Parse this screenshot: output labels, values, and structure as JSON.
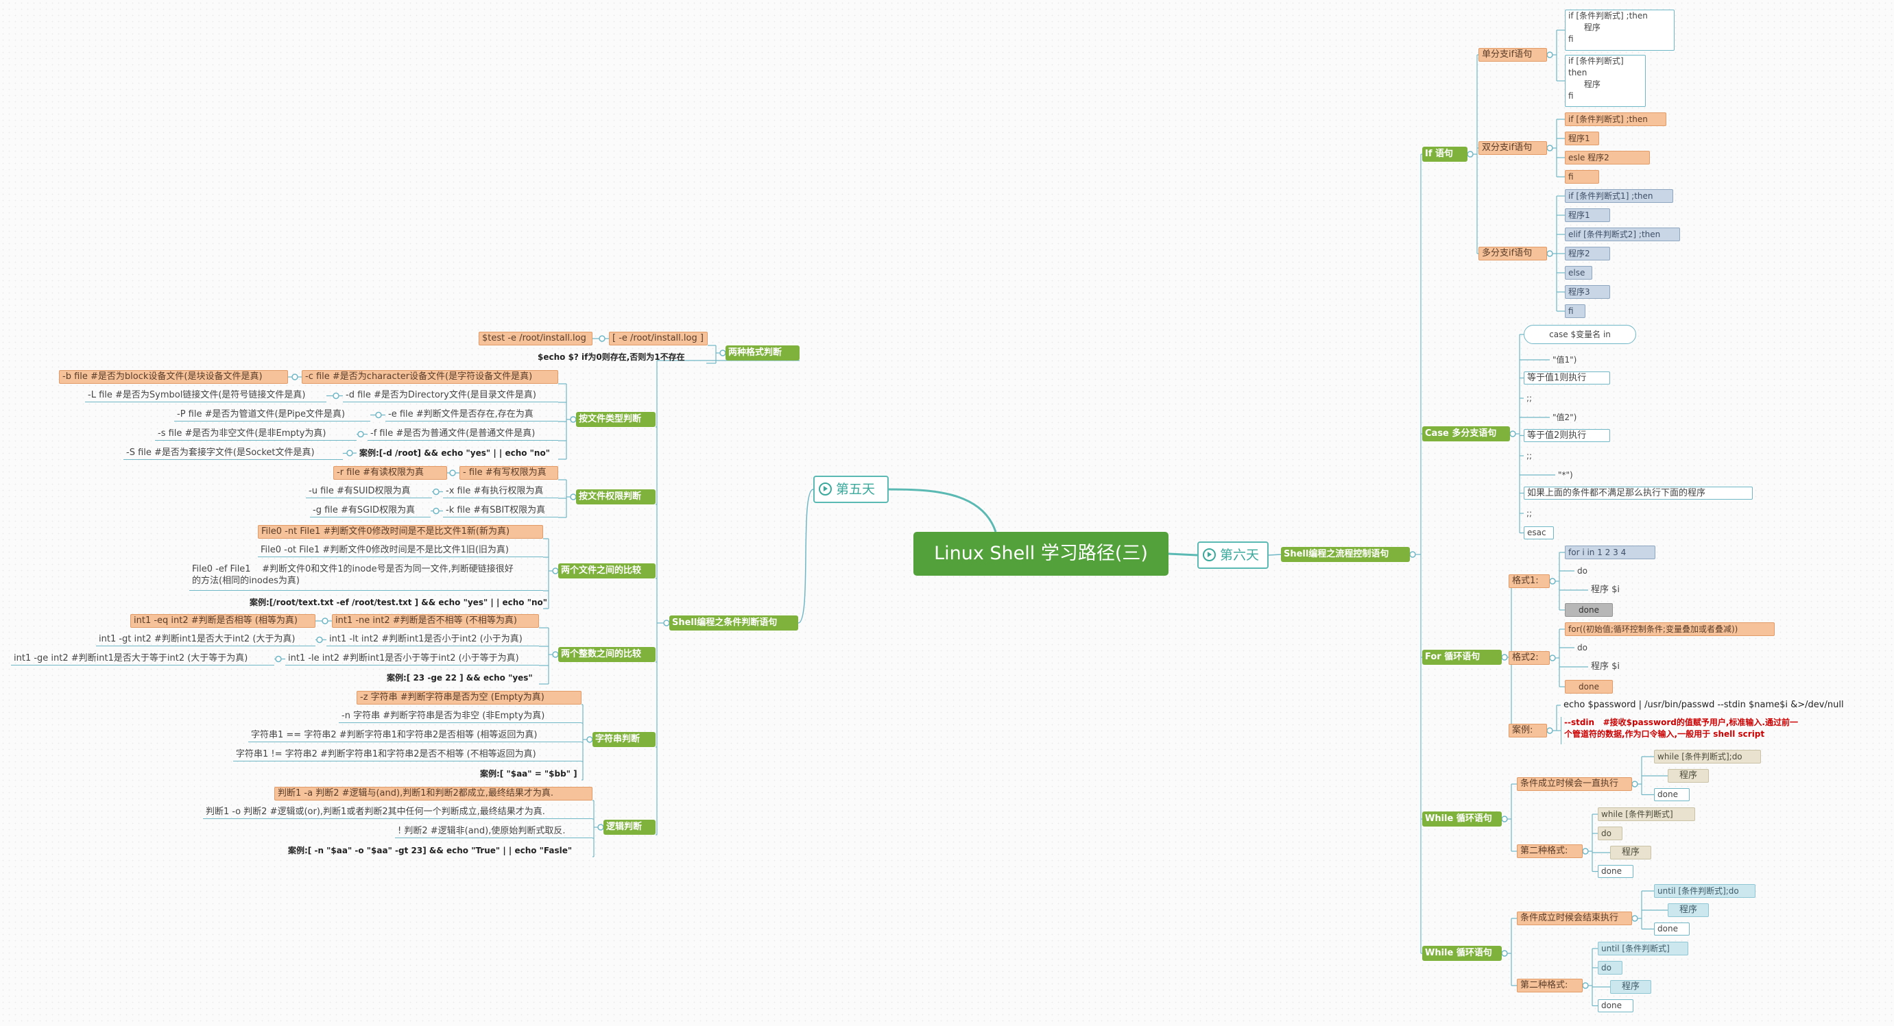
{
  "root": "Linux Shell 学习路径(三)",
  "day5": "第五天",
  "day6": "第六天",
  "left": {
    "main": "Shell编程之条件判断语句",
    "two_formats": {
      "label": "两种格式判断",
      "a1": "$test -e /root/install.log",
      "a2": "[ -e /root/install.log ]",
      "echo": "$echo $? if为0则存在,否则为1不存在"
    },
    "file_type": {
      "label": "按文件类型判断",
      "b": "-b file    #是否为block设备文件(是块设备文件是真)",
      "c": "-c file    #是否为character设备文件(是字符设备文件是真)",
      "L": "-L file    #是否为Symbol链接文件(是符号链接文件是真)",
      "d": "-d file    #是否为Directory文件(是目录文件是真)",
      "P": "-P file    #是否为管道文件(是Pipe文件是真)",
      "e": "-e file    #判断文件是否存在,存在为真",
      "s": "-s file    #是否为非空文件(是非Empty为真)",
      "f": "-f file    #是否为普通文件(是普通文件是真)",
      "S": "-S file    #是否为套接字文件(是Socket文件是真)",
      "case": "案例:[-d /root] && echo \"yes\" | | echo \"no\""
    },
    "file_perm": {
      "label": "按文件权限判断",
      "r": "-r file  #有读权限为真",
      "w": "- file  #有写权限为真",
      "u": "-u file  #有SUID权限为真",
      "x": "-x file  #有执行权限为真",
      "g": "-g file  #有SGID权限为真",
      "k": "-k file  #有SBIT权限为真"
    },
    "two_files": {
      "label": "两个文件之间的比较",
      "nt": "File0 -nt File1    #判断文件0修改时间是不是比文件1新(新为真)",
      "ot": "File0 -ot File1    #判断文件0修改时间是不是比文件1旧(旧为真)",
      "ef": "File0 -ef File1    #判断文件0和文件1的inode号是否为同一文件,判断硬链接很好\n的方法(相同的inodes为真)",
      "case": "案例:[/root/text.txt -ef /root/test.txt ] && echo \"yes\" | | echo \"no\""
    },
    "two_ints": {
      "label": "两个整数之间的比较",
      "eq": "int1 -eq int2  #判断是否相等 (相等为真)",
      "ne": "int1 -ne int2  #判断是否不相等 (不相等为真)",
      "gt": "int1 -gt int2  #判断int1是否大于int2 (大于为真)",
      "lt": "int1 -lt int2  #判断int1是否小于int2 (小于为真)",
      "ge": "int1 -ge int2  #判断int1是否大于等于int2 (大于等于为真)",
      "le": "int1 -le int2  #判断int1是否小于等于int2 (小于等于为真)",
      "case": "案例:[ 23 -ge 22 ] && echo \"yes\""
    },
    "strings": {
      "label": "字符串判断",
      "z": "-z  字符串   #判断字符串是否为空  (Empty为真)",
      "n": "-n   字符串   #判断字符串是否为非空  (非Empty为真)",
      "eq": "字符串1  ==   字符串2    #判断字符串1和字符串2是否相等  (相等返回为真)",
      "ne": "字符串1  !=   字符串2    #判断字符串1和字符串2是否不相等  (不相等返回为真)",
      "case": "案例:[ \"$aa\" = \"$bb\" ]"
    },
    "logic": {
      "label": "逻辑判断",
      "a": "判断1  -a  判断2    #逻辑与(and),判断1和判断2都成立,最终结果才为真.",
      "o": "判断1 -o  判断2    #逻辑或(or),判断1或者判断2其中任何一个判断成立,最终结果才为真.",
      "not": "! 判断2    #逻辑非(and),使原始判断式取反.",
      "case": "案例:[ -n \"$aa\" -o \"$aa\" -gt 23] && echo \"True\" | | echo \"Fasle\""
    }
  },
  "right": {
    "main": "Shell编程之流程控制语句",
    "if": {
      "label": "If 语句",
      "single": "单分支if语句",
      "s1": "if [条件判断式] ;then\n      程序\nfi",
      "s2": "if [条件判断式]\nthen\n      程序\nfi",
      "double": "双分支if语句",
      "d1": "if [条件判断式] ;then",
      "d2": "程序1",
      "d3": "esle       程序2",
      "d4": "fi",
      "multi": "多分支if语句",
      "m1": "if [条件判断式1] ;then",
      "m2": "程序1",
      "m3": "elif  [条件判断式2] ;then",
      "m4": "程序2",
      "m5": "else",
      "m6": "程序3",
      "m7": "fi"
    },
    "case": {
      "label": "Case 多分支语句",
      "c0": "case    $变量名  in",
      "c1": "\"值1\")",
      "c2": "等于值1则执行",
      "c3": ";;",
      "c4": "\"值2\")",
      "c5": "等于值2则执行",
      "c6": ";;",
      "c7": "\"*\")",
      "c8": "如果上面的条件都不满足那么执行下面的程序",
      "c9": ";;",
      "c10": "esac"
    },
    "for": {
      "label": "For 循环语句",
      "f1": "格式1:",
      "f1a": "for  i  in  1 2 3 4",
      "f1b": "do",
      "f1c": "程序 $i",
      "f1d": "done",
      "f2": "格式2:",
      "f2a": "for((初始值;循环控制条件;变量叠加或者叠减))",
      "f2b": "do",
      "f2c": "程序 $i",
      "f2d": "done",
      "ex": "案例:",
      "ex1": "echo    $password | /usr/bin/passwd --stdin  $name$i &>/dev/null",
      "ex2": "--stdin   #接收$password的值赋予用户,标准输入.通过前一\n个管道符的数据,作为口令输入,一般用于 shell script"
    },
    "while": {
      "label": "While 循环语句",
      "w1": "条件成立时候会一直执行",
      "w1a": "while  [条件判断式];do",
      "w1b": "程序",
      "w1c": "done",
      "w2": "第二种格式:",
      "w2a": "while  [条件判断式]",
      "w2b": "do",
      "w2c": "程序",
      "w2d": "done"
    },
    "until": {
      "label": "While 循环语句",
      "u1": "条件成立时候会结束执行",
      "u1a": "until [条件判断式];do",
      "u1b": "程序",
      "u1c": "done",
      "u2": "第二种格式:",
      "u2a": "until [条件判断式]",
      "u2b": "do",
      "u2c": "程序",
      "u2d": "done"
    }
  },
  "colors": {
    "root": "#52a13a",
    "branch": "#7fb23d",
    "topic": "#5ab9b2",
    "line": "#6fb7c6",
    "orange": "#f6c29a",
    "blue": "#c9d6e6"
  }
}
